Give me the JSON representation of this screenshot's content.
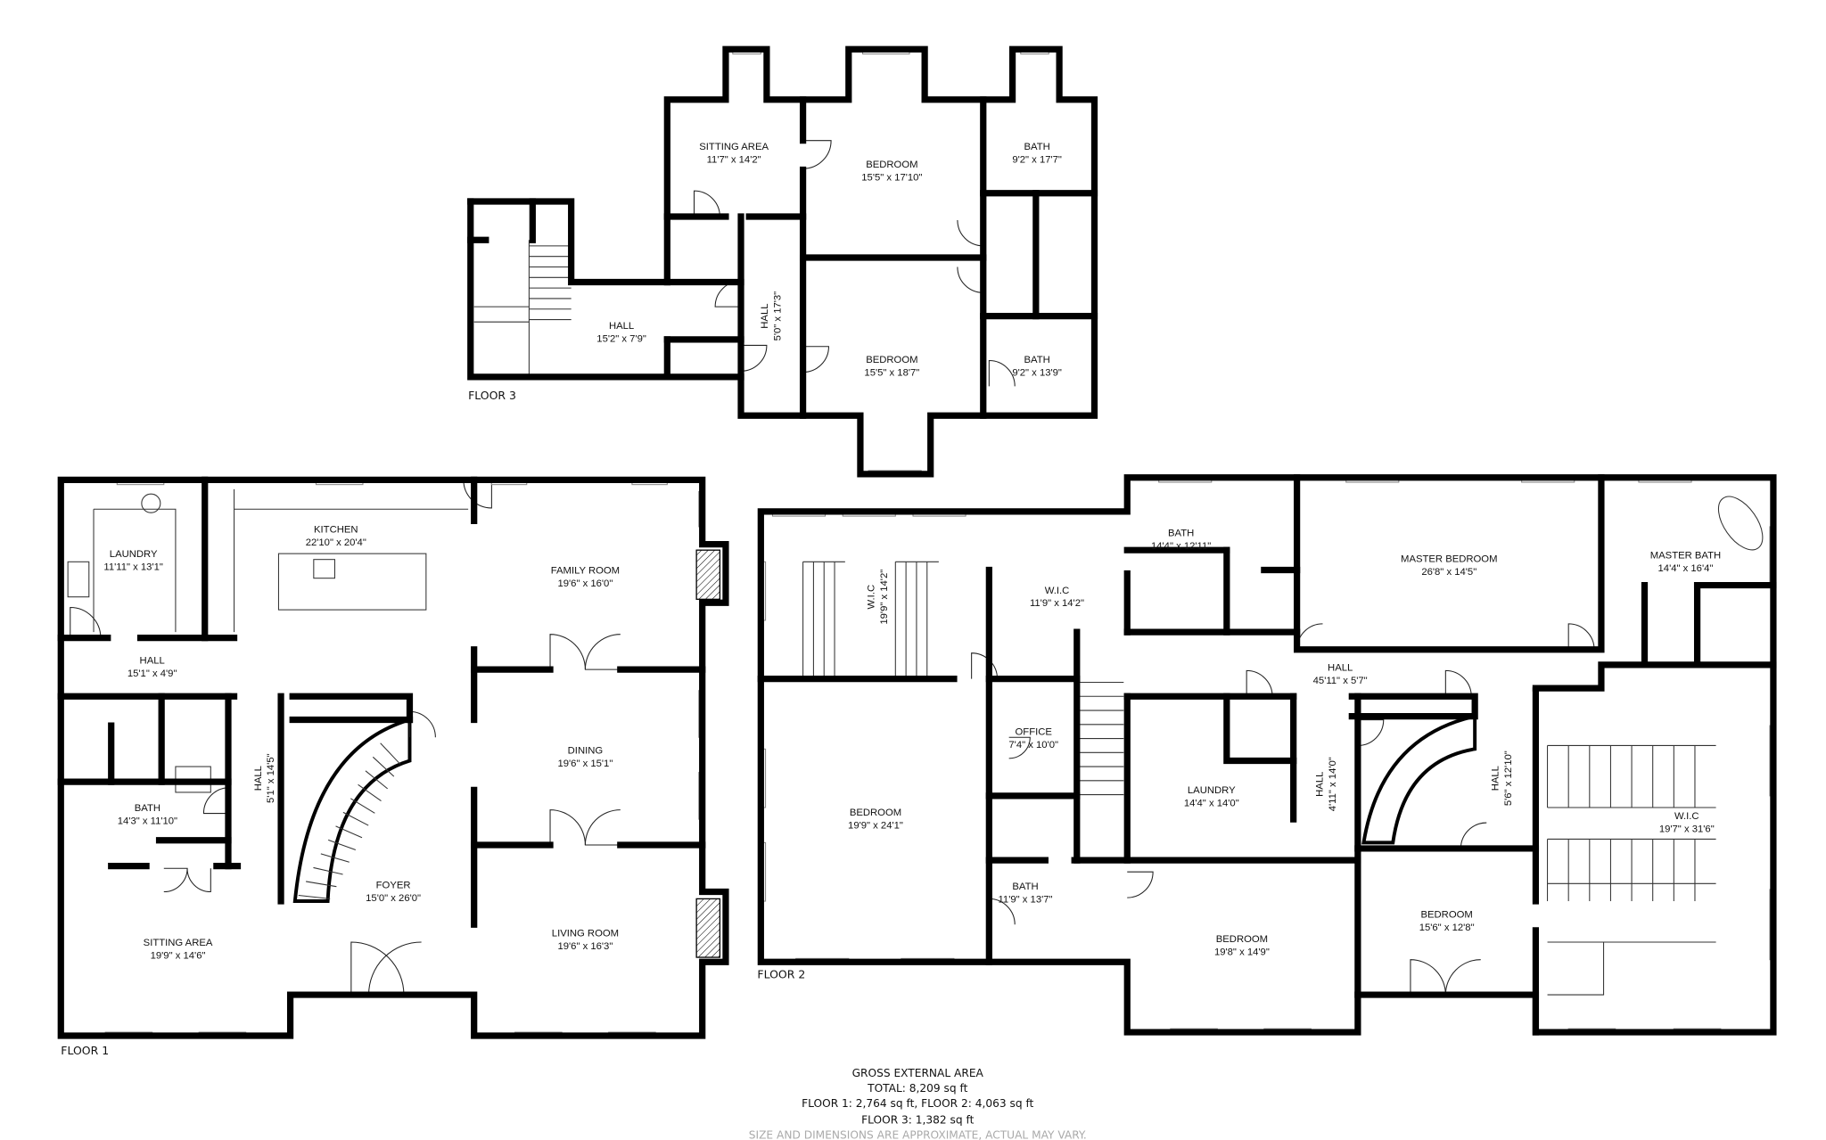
{
  "floor3": {
    "label": "FLOOR 3",
    "rooms": [
      {
        "name": "SITTING AREA",
        "dims": "11'7\" x 14'2\""
      },
      {
        "name": "BEDROOM",
        "dims": "15'5\" x 17'10\""
      },
      {
        "name": "BATH",
        "dims": "9'2\" x 17'7\""
      },
      {
        "name": "HALL",
        "dims": "15'2\" x 7'9\""
      },
      {
        "name": "HALL",
        "dims": "5'0\" x 17'3\""
      },
      {
        "name": "BEDROOM",
        "dims": "15'5\" x 18'7\""
      },
      {
        "name": "BATH",
        "dims": "9'2\" x 13'9\""
      }
    ]
  },
  "floor1": {
    "label": "FLOOR 1",
    "rooms": [
      {
        "name": "LAUNDRY",
        "dims": "11'11\" x 13'1\""
      },
      {
        "name": "KITCHEN",
        "dims": "22'10\" x 20'4\""
      },
      {
        "name": "FAMILY ROOM",
        "dims": "19'6\" x 16'0\""
      },
      {
        "name": "HALL",
        "dims": "15'1\" x 4'9\""
      },
      {
        "name": "HALL",
        "dims": "5'1\" x 14'5\""
      },
      {
        "name": "BATH",
        "dims": "14'3\" x 11'10\""
      },
      {
        "name": "DINING",
        "dims": "19'6\" x 15'1\""
      },
      {
        "name": "FOYER",
        "dims": "15'0\" x 26'0\""
      },
      {
        "name": "SITTING AREA",
        "dims": "19'9\" x 14'6\""
      },
      {
        "name": "LIVING ROOM",
        "dims": "19'6\" x 16'3\""
      }
    ]
  },
  "floor2": {
    "label": "FLOOR 2",
    "rooms": [
      {
        "name": "W.I.C",
        "dims": "19'9\" x 14'2\""
      },
      {
        "name": "W.I.C",
        "dims": "11'9\" x 14'2\""
      },
      {
        "name": "BATH",
        "dims": "14'4\" x 12'11\""
      },
      {
        "name": "MASTER BEDROOM",
        "dims": "26'8\" x 14'5\""
      },
      {
        "name": "MASTER BATH",
        "dims": "14'4\" x 16'4\""
      },
      {
        "name": "HALL",
        "dims": "45'11\" x 5'7\""
      },
      {
        "name": "OFFICE",
        "dims": "7'4\" x 10'0\""
      },
      {
        "name": "LAUNDRY",
        "dims": "14'4\" x 14'0\""
      },
      {
        "name": "HALL",
        "dims": "4'11\" x 14'0\""
      },
      {
        "name": "HALL",
        "dims": "5'6\" x 12'10\""
      },
      {
        "name": "BEDROOM",
        "dims": "19'9\" x 24'1\""
      },
      {
        "name": "W.I.C",
        "dims": "19'7\" x 31'6\""
      },
      {
        "name": "BATH",
        "dims": "11'9\" x 13'7\""
      },
      {
        "name": "BEDROOM",
        "dims": "15'6\" x 12'8\""
      },
      {
        "name": "BEDROOM",
        "dims": "19'8\" x 14'9\""
      }
    ]
  },
  "summary": {
    "title": "GROSS EXTERNAL AREA",
    "total": "TOTAL: 8,209 sq ft",
    "floors_1_2": "FLOOR 1: 2,764 sq ft, FLOOR 2: 4,063 sq ft",
    "floor_3": "FLOOR 3: 1,382 sq ft",
    "disclaimer": "SIZE AND DIMENSIONS ARE APPROXIMATE, ACTUAL MAY VARY."
  },
  "colors": {
    "wall": "#000000",
    "text": "#111111",
    "disclaimer": "#aaaaaa"
  }
}
